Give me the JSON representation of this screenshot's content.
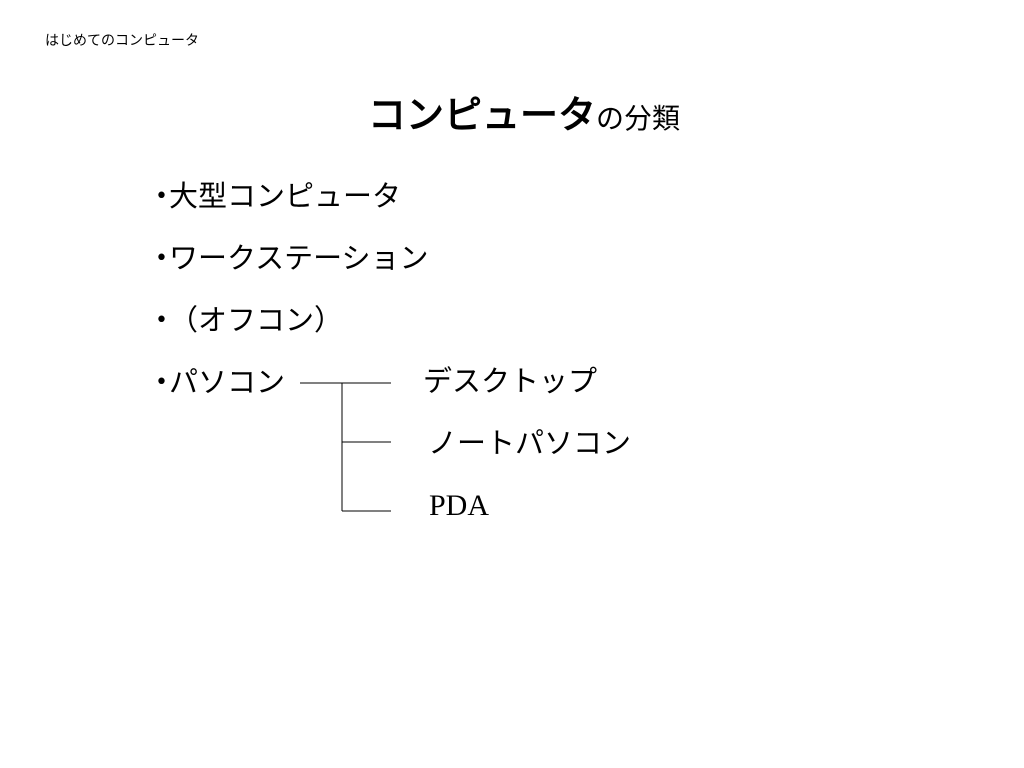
{
  "header": {
    "label": "はじめてのコンピュータ"
  },
  "title": {
    "main": "コンピュータ",
    "suffix": "の分類"
  },
  "bullet_mark": "•",
  "bullets": [
    "大型コンピュータ",
    "ワークステーション",
    "（オフコン）",
    "パソコン"
  ],
  "pc_subtypes": [
    "デスクトップ",
    "ノートパソコン",
    "PDA"
  ]
}
